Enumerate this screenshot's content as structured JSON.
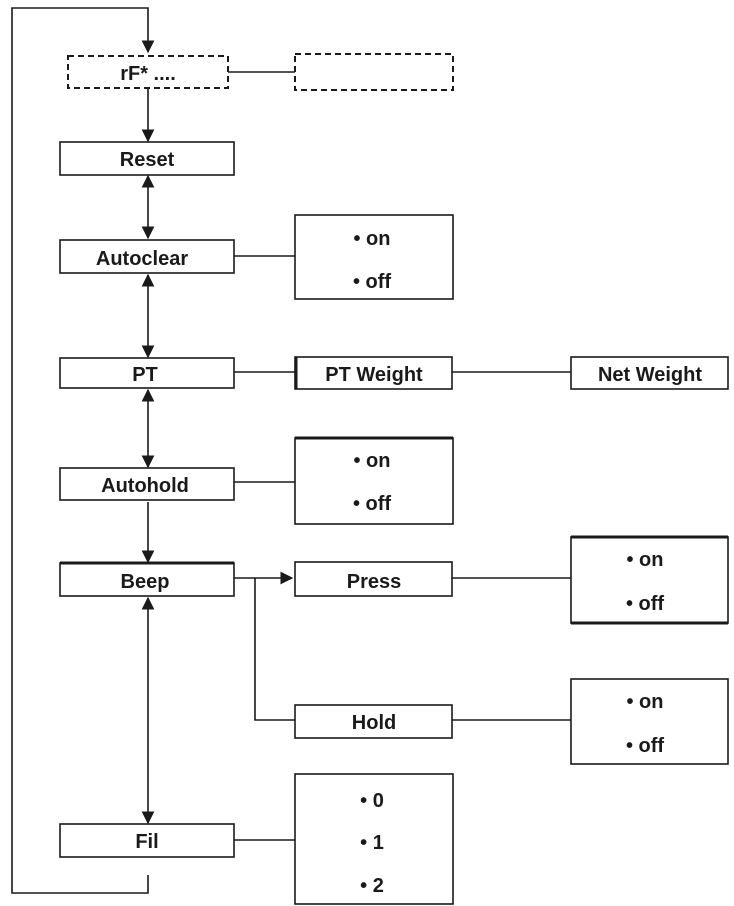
{
  "nodes": {
    "rf": "rF* ....",
    "rf_option": "",
    "reset": "Reset",
    "autoclear": "Autoclear",
    "autoclear_options": [
      "• on",
      "• off"
    ],
    "pt": "PT",
    "pt_weight": "PT Weight",
    "net_weight": "Net Weight",
    "autohold": "Autohold",
    "autohold_options": [
      "• on",
      "• off"
    ],
    "beep": "Beep",
    "press": "Press",
    "press_options": [
      "• on",
      "• off"
    ],
    "hold": "Hold",
    "hold_options": [
      "• on",
      "• off"
    ],
    "fil": "Fil",
    "fil_options": [
      "• 0",
      "• 1",
      "• 2"
    ]
  }
}
